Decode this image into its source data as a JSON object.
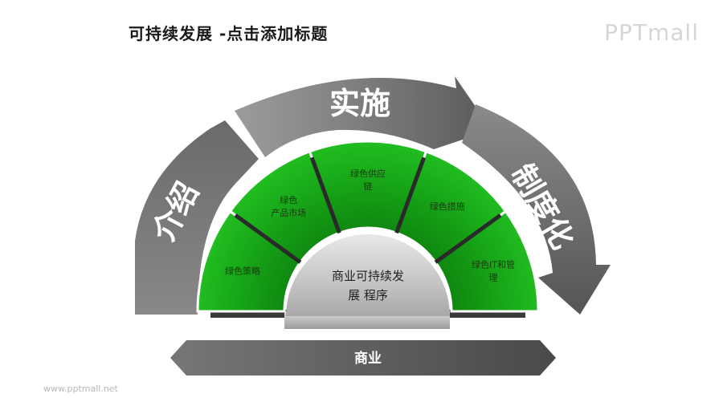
{
  "title": "可持续发展 -点击添加标题",
  "logo": "PPTmall",
  "footer": "www.pptmall.net",
  "arrows": {
    "left": "介绍",
    "top": "实施",
    "right": "制度化"
  },
  "segments": [
    {
      "lines": [
        "绿色策略"
      ]
    },
    {
      "lines": [
        "绿色",
        "产品市场"
      ]
    },
    {
      "lines": [
        "绿色供应",
        "链"
      ]
    },
    {
      "lines": [
        "绿色措施"
      ]
    },
    {
      "lines": [
        "绿色IT和管",
        "理"
      ]
    }
  ],
  "center": {
    "line1": "商业可持续发",
    "line2": "展 程序"
  },
  "base": "商业",
  "colors": {
    "green": "#1aa81a",
    "green_dark": "#0a6e0a",
    "gray_arrow": "#7a7a7a",
    "gray_dark": "#555555"
  }
}
